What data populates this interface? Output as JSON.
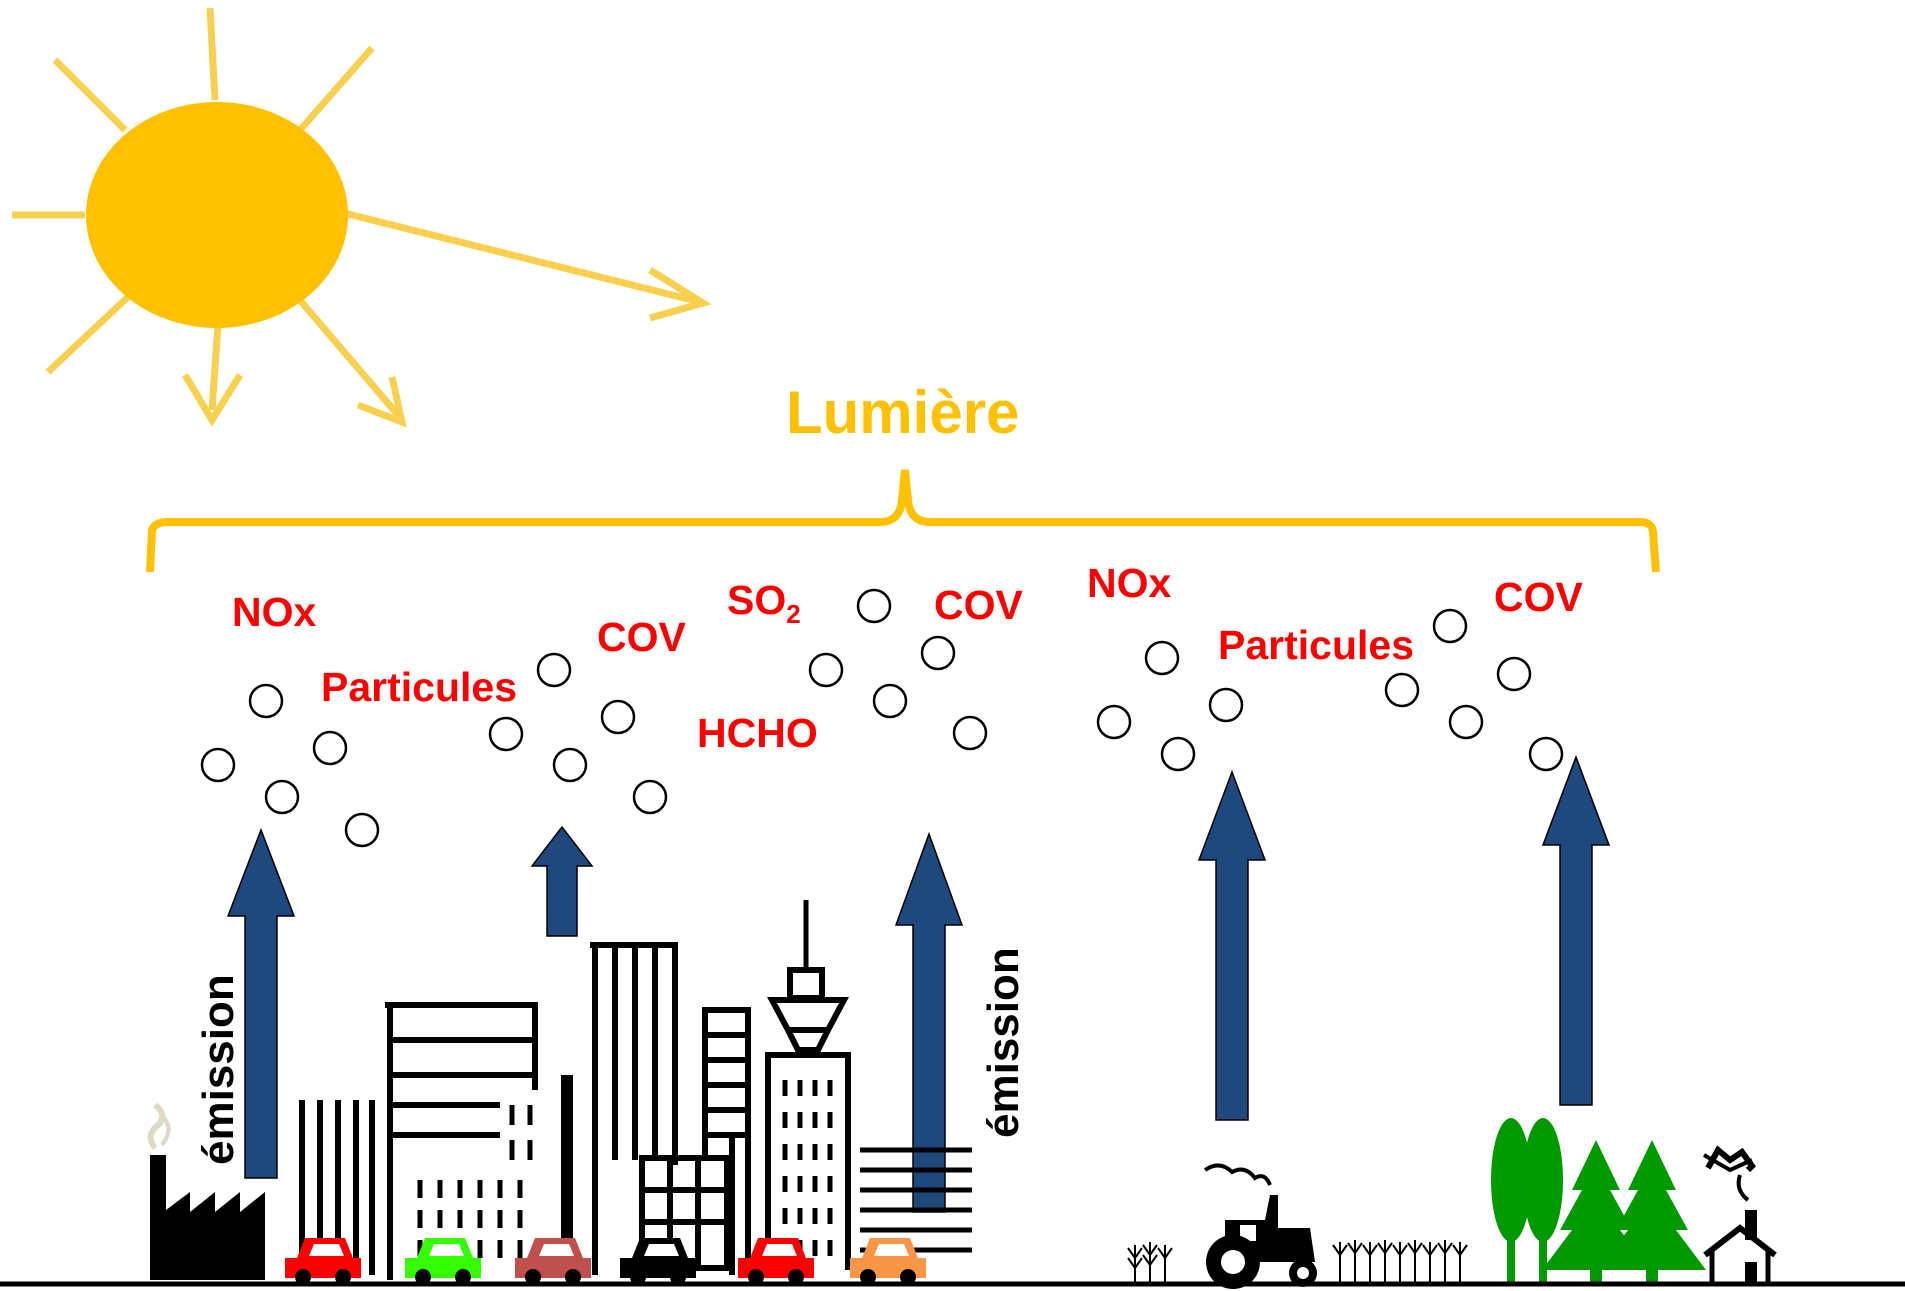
{
  "title": "Lumière",
  "colors": {
    "sun": "#ffc000",
    "ray": "#f7d04f",
    "brace": "#ffc000",
    "pollutant_text": "#ff0000",
    "emission_arrow": "#1f497d",
    "vegetation": "#009900"
  },
  "pollutant_labels": {
    "nox_urban": "NOx",
    "particules_urban": "Particules",
    "cov_urban_1": "COV",
    "so2_base": "SO",
    "so2_sub": "2",
    "hcho": "HCHO",
    "cov_urban_2": "COV",
    "nox_rural": "NOx",
    "particules_rural": "Particules",
    "cov_rural": "COV"
  },
  "emission_labels": {
    "left": "émission",
    "right": "émission"
  },
  "car_colors": [
    "#ff0000",
    "#33ff00",
    "#c0504d",
    "#000000",
    "#ff0000",
    "#f79646"
  ]
}
